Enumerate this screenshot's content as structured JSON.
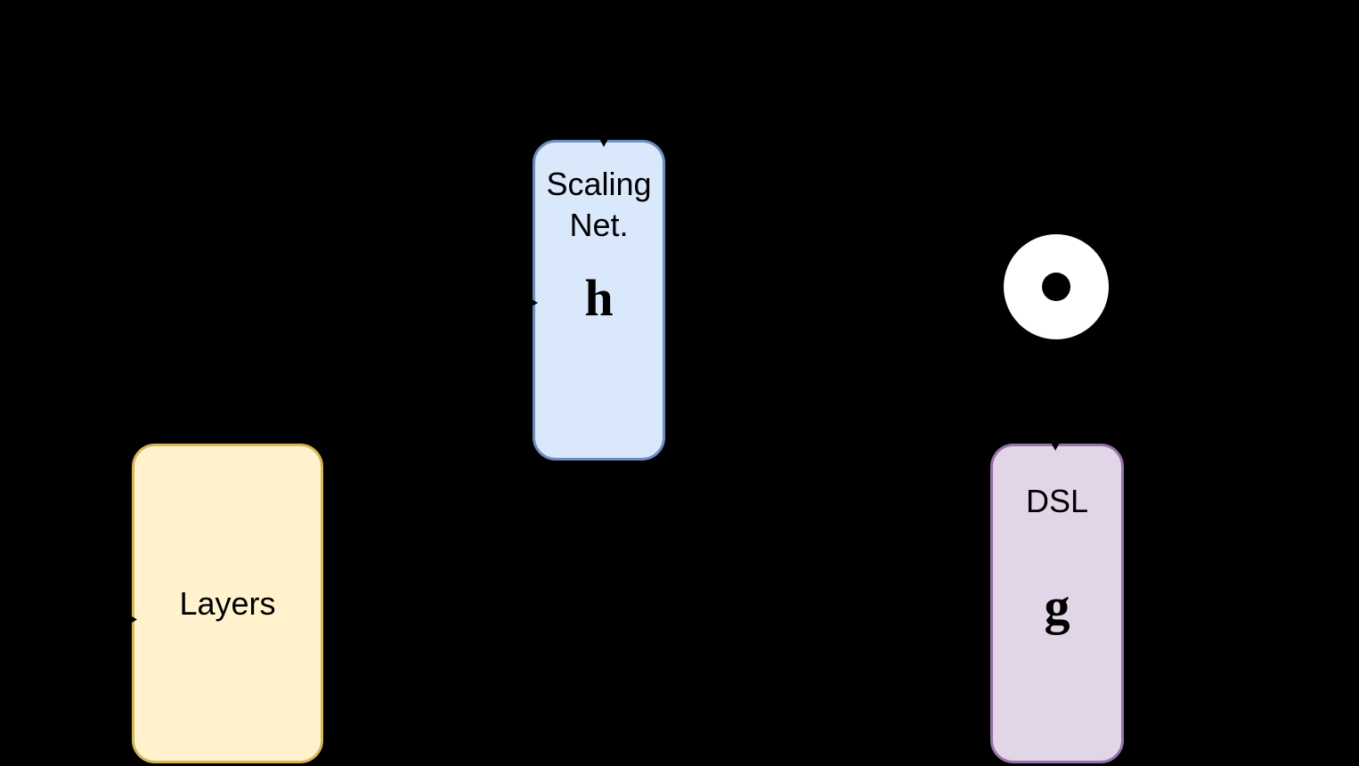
{
  "diagram": {
    "background_color": "#000000",
    "scaling_net_box": {
      "title_line1": "Scaling",
      "title_line2": "Net.",
      "symbol": "h",
      "fill": "#DAE8FC",
      "stroke": "#6C8EBF"
    },
    "layers_box": {
      "label": "Layers",
      "fill": "#FFF2CC",
      "stroke": "#D6B656"
    },
    "dsl_box": {
      "title": "DSL",
      "symbol": "g",
      "fill": "#E1D5E7",
      "stroke": "#9673A6"
    },
    "hadamard_operator": {
      "name": "element-wise product",
      "fill": "#FFFFFF",
      "dot_color": "#000000"
    },
    "arrow_color": "#000000"
  }
}
